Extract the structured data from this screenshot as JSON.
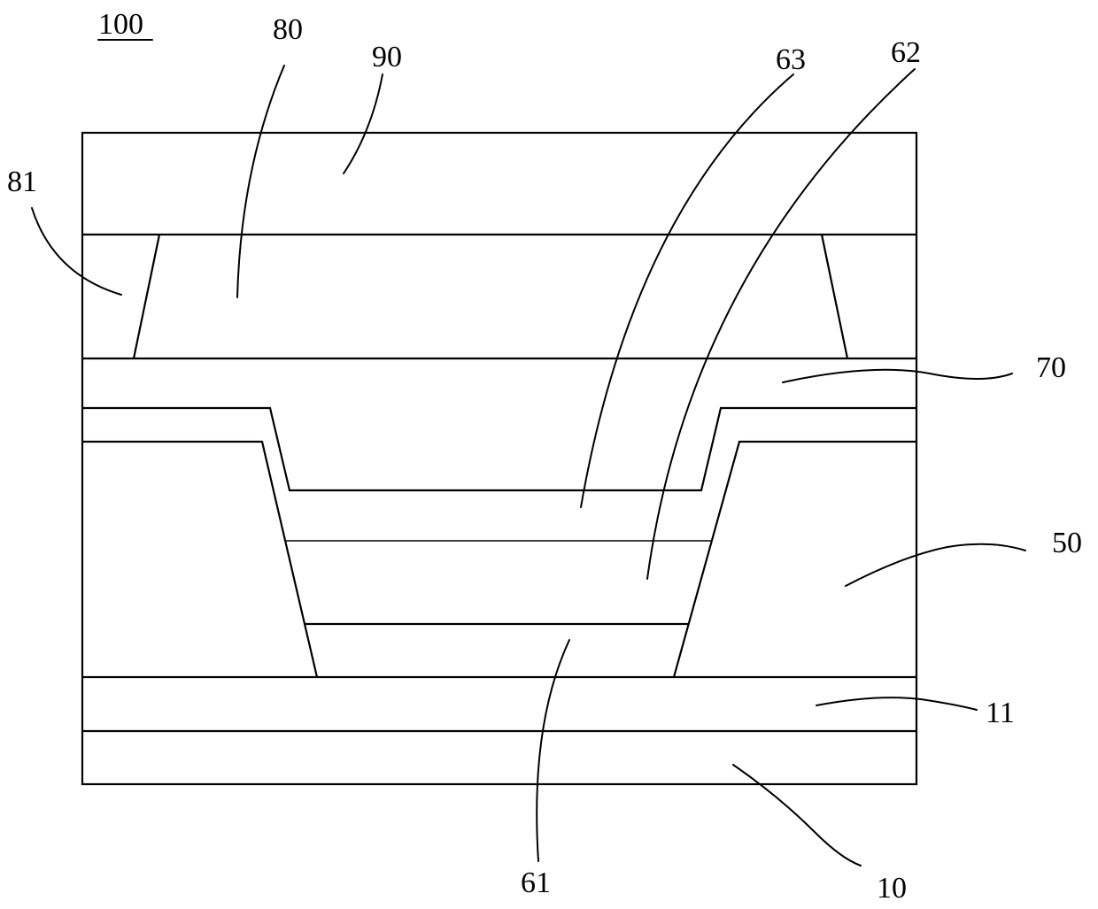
{
  "figure": {
    "ref": "100",
    "labels": {
      "l10": "10",
      "l11": "11",
      "l50": "50",
      "l61": "61",
      "l62": "62",
      "l63": "63",
      "l70": "70",
      "l80": "80",
      "l81": "81",
      "l90": "90"
    }
  }
}
